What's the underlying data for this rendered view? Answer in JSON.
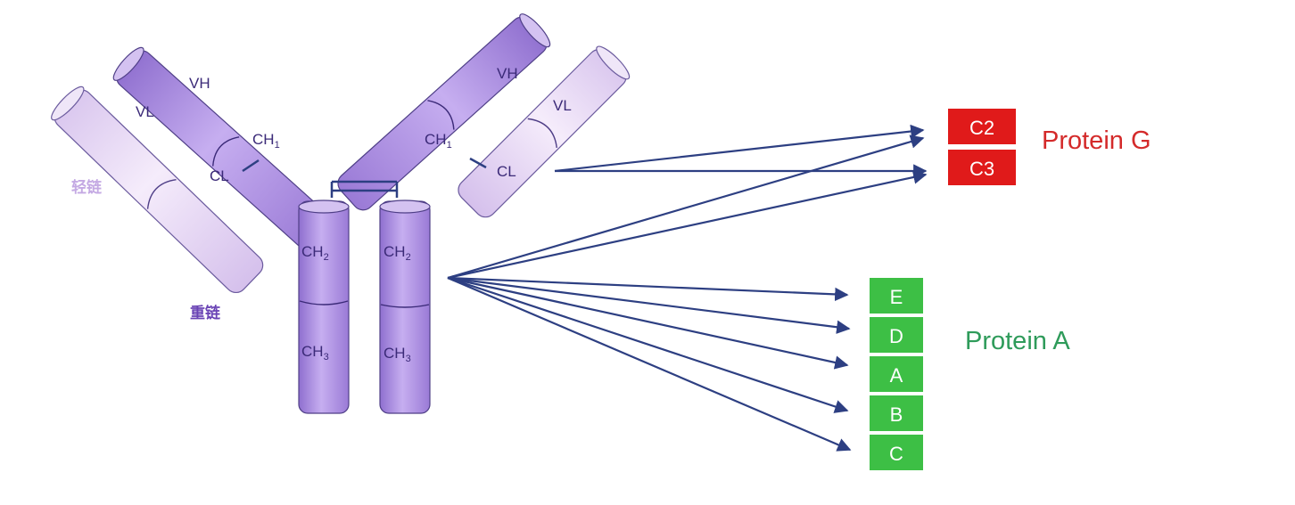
{
  "colors": {
    "heavy_chain": "#b79ae3",
    "light_chain": "#e6d6f3",
    "outline": "#4f3f87",
    "arrow": "#2d3f82",
    "protein_g": "#e01a1a",
    "protein_a": "#3dbf45",
    "protein_g_text": "#d42a2a",
    "protein_a_text": "#2e9b5a",
    "light_chain_label": "#c4a9e3",
    "heavy_chain_label": "#6a44b5"
  },
  "antibody": {
    "light_chain_label": "轻链",
    "heavy_chain_label": "重链",
    "domains": {
      "vl": "VL",
      "vh": "VH",
      "cl": "CL",
      "ch1": "CH",
      "ch1_sub": "1",
      "ch2": "CH",
      "ch2_sub": "2",
      "ch3": "CH",
      "ch3_sub": "3"
    }
  },
  "protein_g": {
    "name": "Protein G",
    "domains": [
      "C2",
      "C3"
    ]
  },
  "protein_a": {
    "name": "Protein A",
    "domains": [
      "E",
      "D",
      "A",
      "B",
      "C"
    ]
  }
}
